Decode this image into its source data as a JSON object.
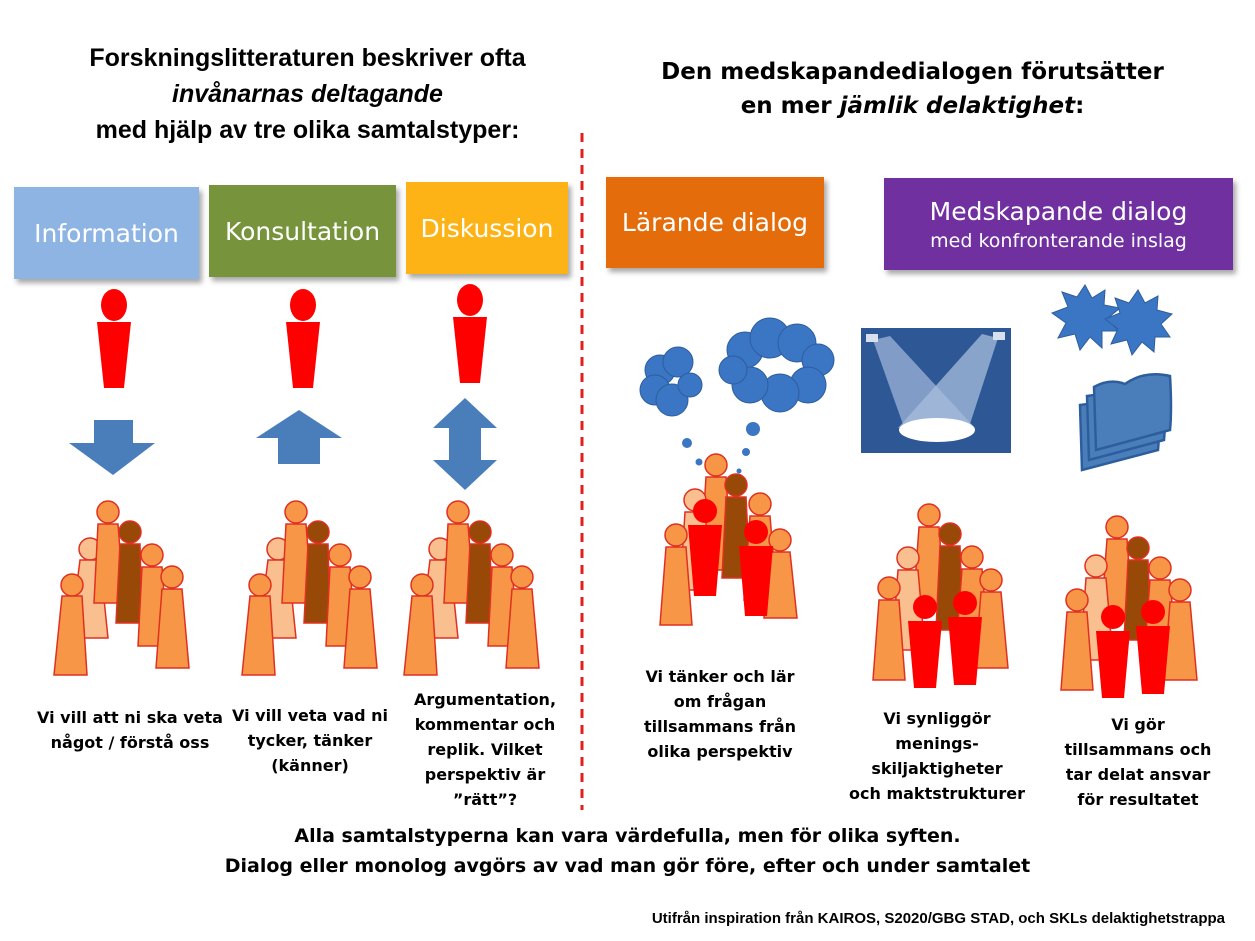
{
  "left_heading": {
    "line1": "Forskningslitteraturen beskriver ofta",
    "line2": "invånarnas deltagande",
    "line3": "med hjälp av tre olika samtalstyper:"
  },
  "right_heading": {
    "line1": "Den medskapandedialogen förutsätter",
    "line2_pre": "en mer ",
    "line2_em": "jämlik delaktighet",
    "line2_post": ":"
  },
  "boxes": {
    "information": {
      "label": "Information",
      "color": "#8eb4e3"
    },
    "konsultation": {
      "label": "Konsultation",
      "color": "#77933c"
    },
    "diskussion": {
      "label": "Diskussion",
      "color": "#fdb316"
    },
    "larande": {
      "label": "Lärande dialog",
      "color": "#e46c0a"
    },
    "medskapande": {
      "label": "Medskapande dialog",
      "sublabel": "med konfronterande  inslag",
      "color": "#7030a0"
    }
  },
  "captions": {
    "information": [
      "Vi vill att ni ska veta",
      "något / förstå oss"
    ],
    "konsultation": [
      "Vi vill veta vad ni",
      "tycker, tänker",
      "(känner)"
    ],
    "diskussion": [
      "Argumentation,",
      "kommentar och",
      "replik. Vilket",
      "perspektiv är",
      "”rätt”?"
    ],
    "larande": [
      "Vi tänker och lär",
      "om frågan",
      "tillsammans från",
      "olika perspektiv"
    ],
    "synliggor": [
      "Vi synliggör",
      "menings-",
      "skiljaktigheter",
      "och maktstrukturer"
    ],
    "gor": [
      "Vi gör",
      "tillsammans och",
      "tar delat ansvar",
      "för resultatet"
    ]
  },
  "bottom_text": {
    "line1": "Alla samtalstyperna kan vara värdefulla, men för olika syften.",
    "line2": "Dialog eller monolog avgörs av vad man gör före, efter och under samtalet"
  },
  "credit": "Utifrån inspiration från KAIROS, S2020/GBG STAD, och SKLs delaktighetstrappa",
  "icons": [
    "person-icon",
    "arrow-down-icon",
    "arrow-up-icon",
    "double-arrow-icon",
    "cloud-icon",
    "spotlight-icon",
    "explosion-icon",
    "documents-icon",
    "group-icon"
  ],
  "colors": {
    "person_red": "#ff0000",
    "group_orange": "#f79646",
    "group_light": "#fabf8f",
    "group_brown": "#984807",
    "arrow_blue": "#4a7ebb",
    "divider_red": "#e0201b",
    "spotlight_bg": "#2e5795"
  }
}
